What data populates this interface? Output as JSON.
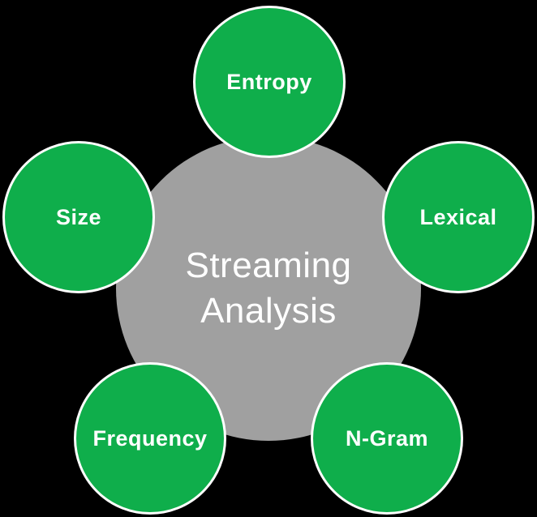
{
  "diagram": {
    "center_label": "Streaming Analysis",
    "nodes": [
      {
        "id": "entropy",
        "label": "Entropy"
      },
      {
        "id": "size",
        "label": "Size"
      },
      {
        "id": "lexical",
        "label": "Lexical"
      },
      {
        "id": "frequency",
        "label": "Frequency"
      },
      {
        "id": "ngram",
        "label": "N-Gram"
      }
    ],
    "colors": {
      "node_fill": "#0fae4b",
      "node_border": "#ffffff",
      "center_fill": "#a0a0a0",
      "text": "#ffffff",
      "background": "#000000"
    }
  }
}
